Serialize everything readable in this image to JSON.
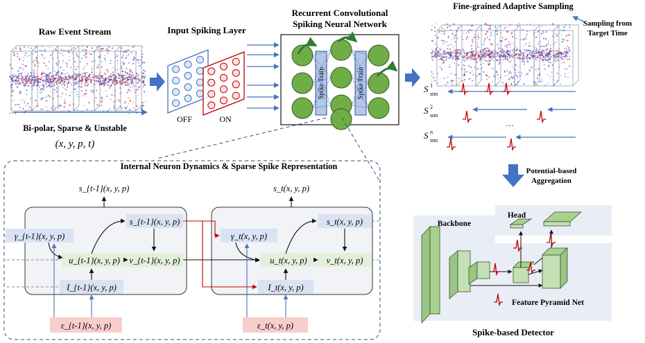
{
  "raw": {
    "title": "Raw Event Stream",
    "time_axis": "t",
    "caption": "Bi-polar, Sparse & Unstable",
    "tuple": "(x, y, p, t)"
  },
  "input_layer": {
    "title": "Input Spiking Layer",
    "off": "OFF",
    "on": "ON"
  },
  "rcsnn": {
    "title_line1": "Recurrent Convolutional",
    "title_line2": "Spiking Neural Network",
    "spike_train": "Spike Train"
  },
  "sampling": {
    "title": "Fine-grained Adaptive Sampling",
    "note_line1": "Sampling from",
    "note_line2": "Target Time",
    "s1": "S",
    "s1_sup": "1",
    "s1_sub": "snn",
    "s2": "S",
    "s2_sup": "2",
    "s2_sub": "snn",
    "sn": "S",
    "sn_sup": "n",
    "sn_sub": "snn",
    "ellipsis": "···"
  },
  "aggregation": {
    "line1": "Potential-based",
    "line2": "Aggregation"
  },
  "detector": {
    "backbone": "Backbone",
    "head": "Head",
    "fpn": "Feature Pyramid Net",
    "caption": "Spike-based Detector"
  },
  "dynamics": {
    "title": "Internal Neuron Dynamics & Sparse Spike Representation",
    "s_prev_out": "s_{t-1}(x, y, p)",
    "s_cur_out": "s_t(x, y, p)",
    "gamma_prev": "γ_{t-1}(x, y, p)",
    "u_prev": "u_{t-1}(x, y, p)",
    "v_prev": "v_{t-1}(x, y, p)",
    "s_prev": "s_{t-1}(x, y, p)",
    "i_prev": "I_{t-1}(x, y, p)",
    "e_prev": "ε_{t-1}(x, y, p)",
    "gamma_cur": "γ_t(x, y, p)",
    "u_cur": "u_t(x, y, p)",
    "v_cur": "v_t(x, y, p)",
    "s_cur": "s_t(x, y, p)",
    "i_cur": "I_t(x, y, p)",
    "e_cur": "ε_t(x, y, p)"
  },
  "colors": {
    "arrow_blue": "#4472c4",
    "neuron_green": "#70ad47",
    "box_blue": "#dae3f3",
    "box_green": "#e2efda",
    "box_red": "#f8cecc",
    "red": "#c00000",
    "panel_grey": "#f2f4f7"
  }
}
